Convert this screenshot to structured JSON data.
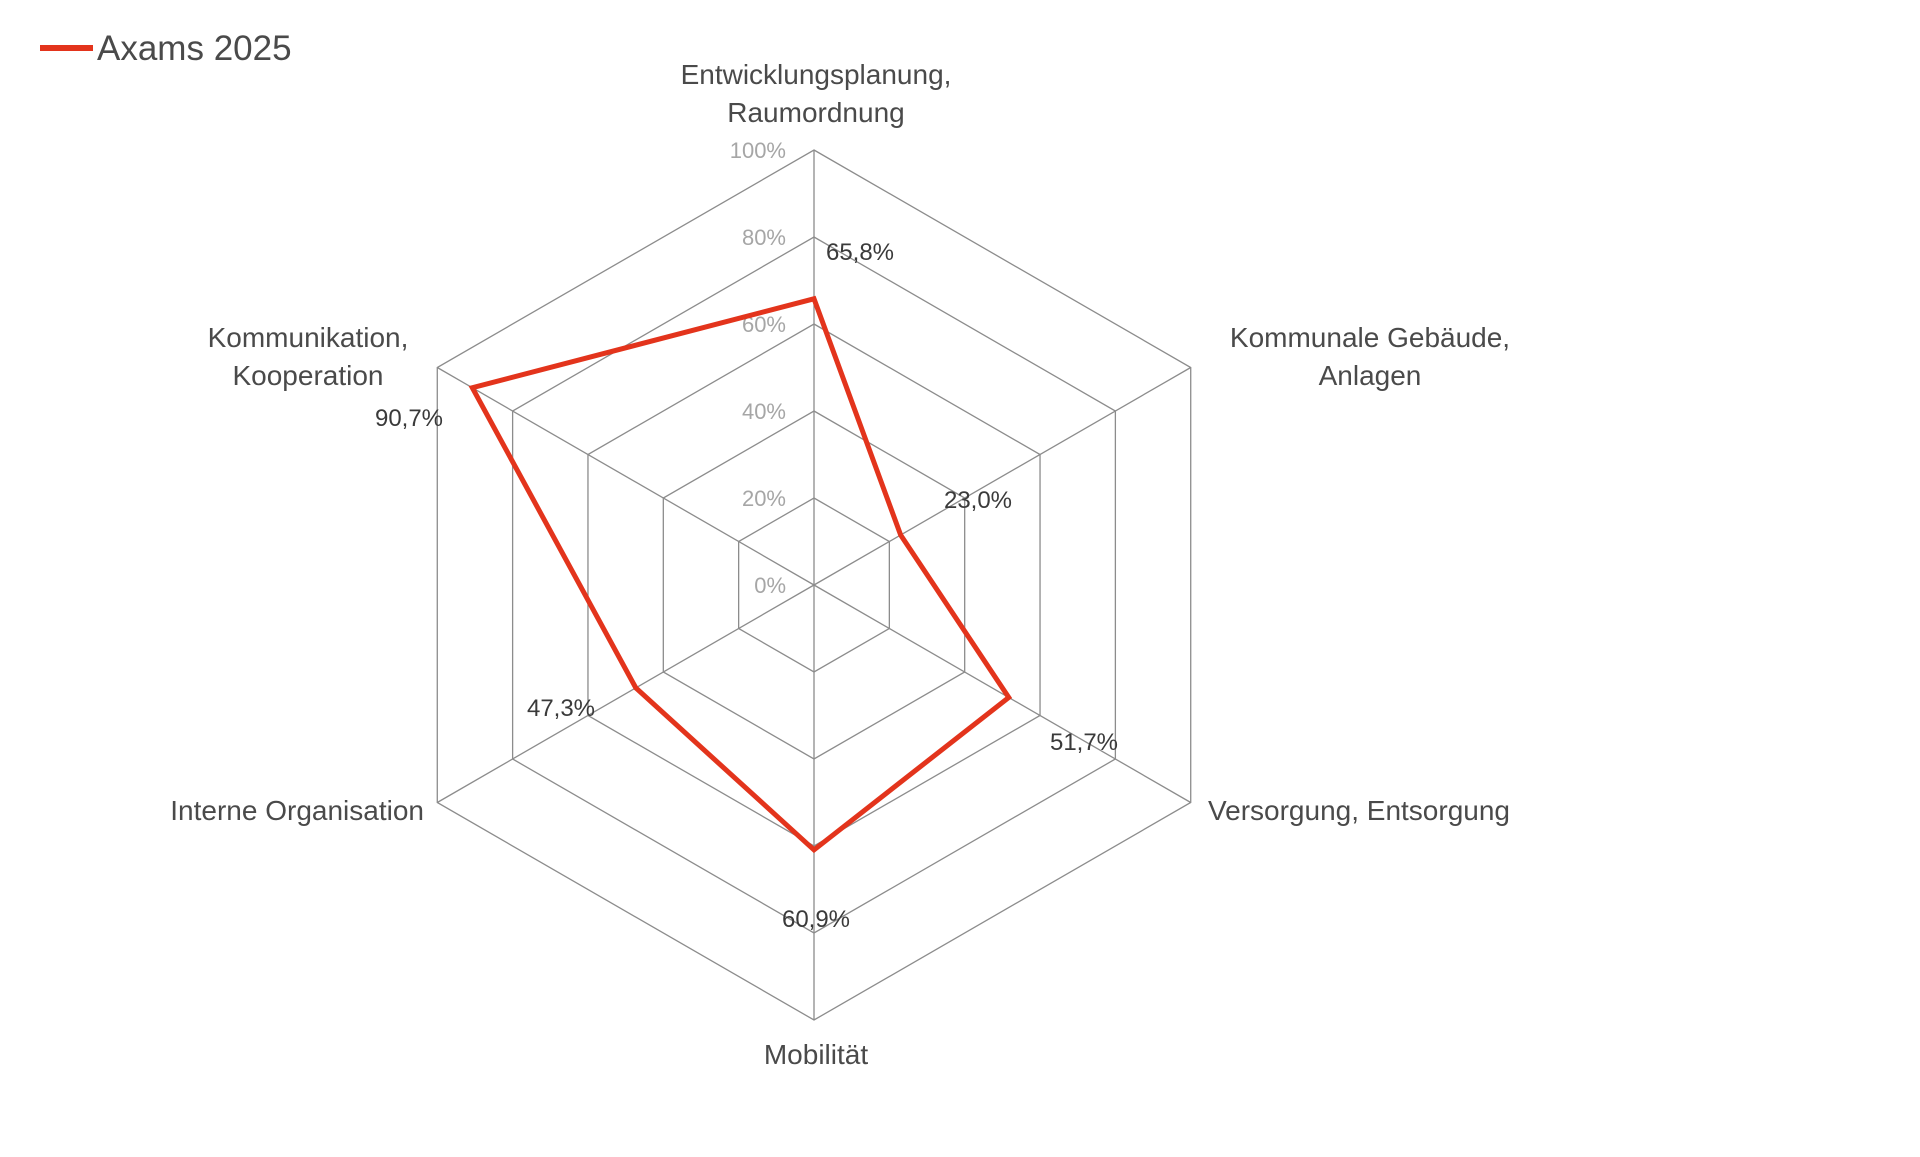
{
  "chart_data": {
    "type": "radar",
    "title": "",
    "legend": {
      "position": "top-left"
    },
    "series": [
      {
        "name": "Axams 2025",
        "color": "#e3341c",
        "values": [
          65.8,
          23.0,
          51.7,
          60.9,
          47.3,
          90.7
        ],
        "labels": [
          "65,8%",
          "23,0%",
          "51,7%",
          "60,9%",
          "47,3%",
          "90,7%"
        ]
      }
    ],
    "categories": [
      [
        "Entwicklungsplanung,",
        "Raumordnung"
      ],
      [
        "Kommunale Gebäude,",
        "Anlagen"
      ],
      [
        "Versorgung, Entsorgung"
      ],
      [
        "Mobilität"
      ],
      [
        "Interne Organisation"
      ],
      [
        "Kommunikation,",
        "Kooperation"
      ]
    ],
    "axis": {
      "min": 0,
      "max": 100,
      "ticks": [
        0,
        20,
        40,
        60,
        80,
        100
      ],
      "tick_labels": [
        "0%",
        "20%",
        "40%",
        "60%",
        "80%",
        "100%"
      ]
    },
    "grid": true,
    "grid_color": "#8c8c8c"
  }
}
